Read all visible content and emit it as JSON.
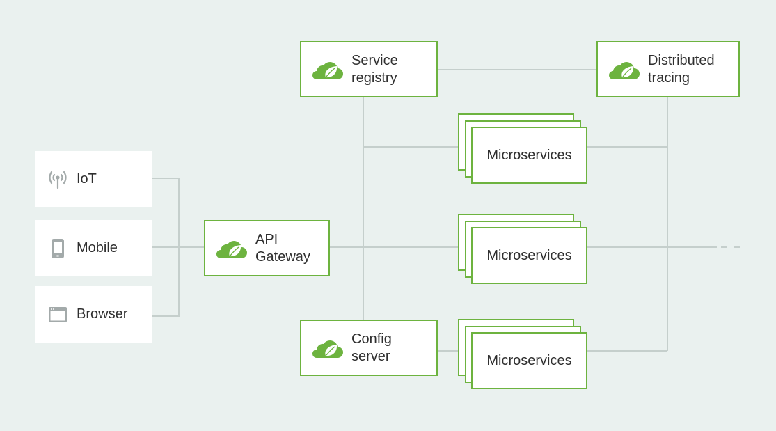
{
  "colors": {
    "background": "#eaf1ef",
    "accent": "#6db33f",
    "connector": "#c5cfcc",
    "icon_gray": "#a3aaaa"
  },
  "clients": [
    {
      "label": "IoT",
      "icon": "antenna-icon"
    },
    {
      "label": "Mobile",
      "icon": "phone-icon"
    },
    {
      "label": "Browser",
      "icon": "browser-window-icon"
    }
  ],
  "gateway": {
    "line1": "API",
    "line2": "Gateway",
    "icon": "spring-cloud-leaf-icon"
  },
  "service_registry": {
    "line1": "Service",
    "line2": "registry",
    "icon": "spring-cloud-leaf-icon"
  },
  "config_server": {
    "line1": "Config",
    "line2": "server",
    "icon": "spring-cloud-leaf-icon"
  },
  "distributed_tracing": {
    "line1": "Distributed",
    "line2": "tracing",
    "icon": "spring-cloud-leaf-icon"
  },
  "microservices": [
    {
      "label": "Microservices"
    },
    {
      "label": "Microservices"
    },
    {
      "label": "Microservices"
    }
  ]
}
